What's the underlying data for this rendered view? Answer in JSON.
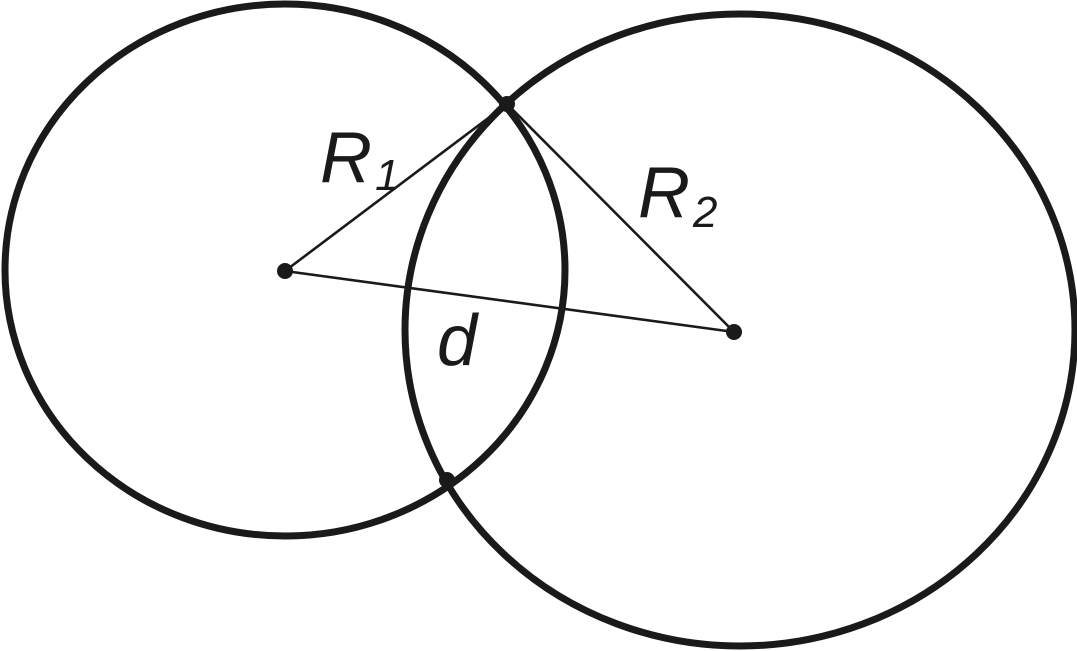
{
  "diagram": {
    "labels": {
      "r1_main": "R",
      "r1_sub": "1",
      "r2_main": "R",
      "r2_sub": "2",
      "d": "d"
    },
    "colors": {
      "stroke": "#1a1a1a",
      "background": "#ffffff"
    }
  }
}
